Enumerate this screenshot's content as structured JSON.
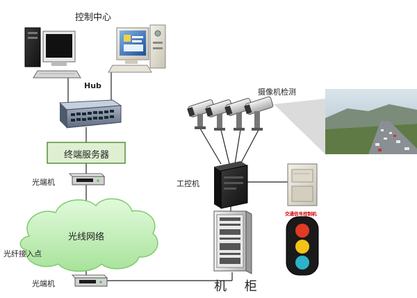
{
  "labels": {
    "control_center": "控制中心",
    "hub": "Hub",
    "terminal_server": "终端服务器",
    "optical_transceiver_top": "光端机",
    "optical_network": "光线网络",
    "fiber_access_point": "光纤接入点",
    "optical_transceiver_bottom": "光端机",
    "camera_detection": "摄像机检测",
    "industrial_pc": "工控机",
    "cabinet": "机 柜",
    "signal_controller": "交通信号控制机"
  },
  "colors": {
    "terminal_box_fill": "#dff0d2",
    "terminal_box_border": "#4a8a2c",
    "cloud_fill": "#c8f0c0",
    "cloud_edge": "#7fc96f",
    "link_line": "#222222",
    "signal_label": "#d40000",
    "lamp_red": "#e23a23",
    "lamp_yellow": "#f3c316",
    "lamp_green": "#2bb4c8"
  },
  "icons": [
    "desktop-computer-icon",
    "network-switch-icon",
    "optical-transceiver-icon",
    "cloud-icon",
    "cctv-camera-icon",
    "industrial-pc-icon",
    "equipment-cabinet-icon",
    "traffic-controller-icon",
    "traffic-light-icon",
    "road-photo"
  ]
}
